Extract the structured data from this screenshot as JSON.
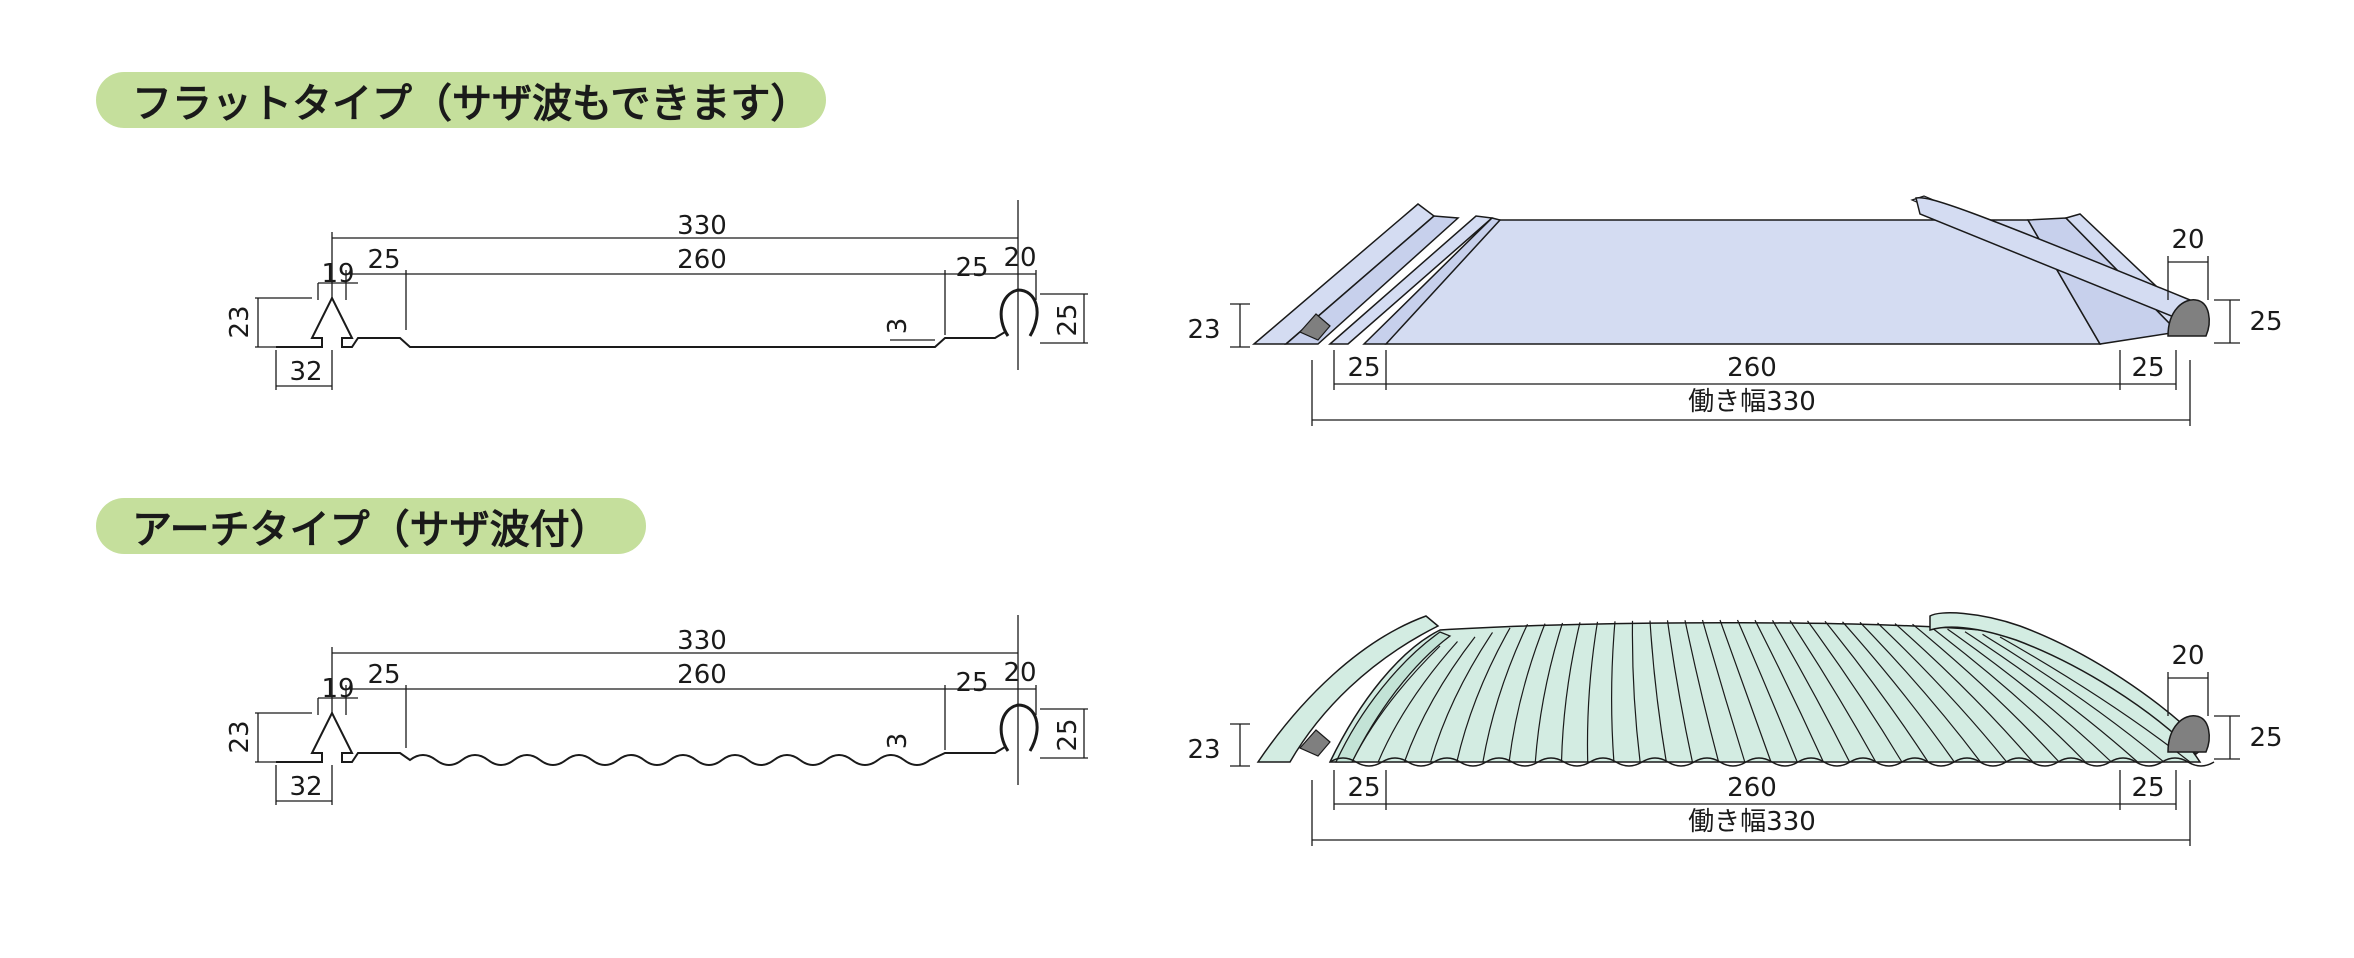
{
  "sections": [
    {
      "title": "フラットタイプ（サザ波もできます）",
      "profile_dims": {
        "total": "330",
        "edge_left": "25",
        "center": "260",
        "edge_right": "25",
        "rib_width": "19",
        "rib_height": "23",
        "hook_depth": "32",
        "cap_width": "20",
        "cap_height": "25",
        "groove": "3"
      },
      "perspective_dims": {
        "rib_height": "23",
        "edge_left": "25",
        "center": "260",
        "edge_right": "25",
        "working_width": "働き幅330",
        "cap_width": "20",
        "cap_height": "25"
      },
      "panel_color": "#d4dcf2"
    },
    {
      "title": "アーチタイプ（サザ波付）",
      "profile_dims": {
        "total": "330",
        "edge_left": "25",
        "center": "260",
        "edge_right": "25",
        "rib_width": "19",
        "rib_height": "23",
        "hook_depth": "32",
        "cap_width": "20",
        "cap_height": "25",
        "groove": "3"
      },
      "perspective_dims": {
        "rib_height": "23",
        "edge_left": "25",
        "center": "260",
        "edge_right": "25",
        "working_width": "働き幅330",
        "cap_width": "20",
        "cap_height": "25"
      },
      "panel_color": "#d3ece2"
    }
  ],
  "line_color": "#1a1a1a",
  "cap_color": "#808080"
}
